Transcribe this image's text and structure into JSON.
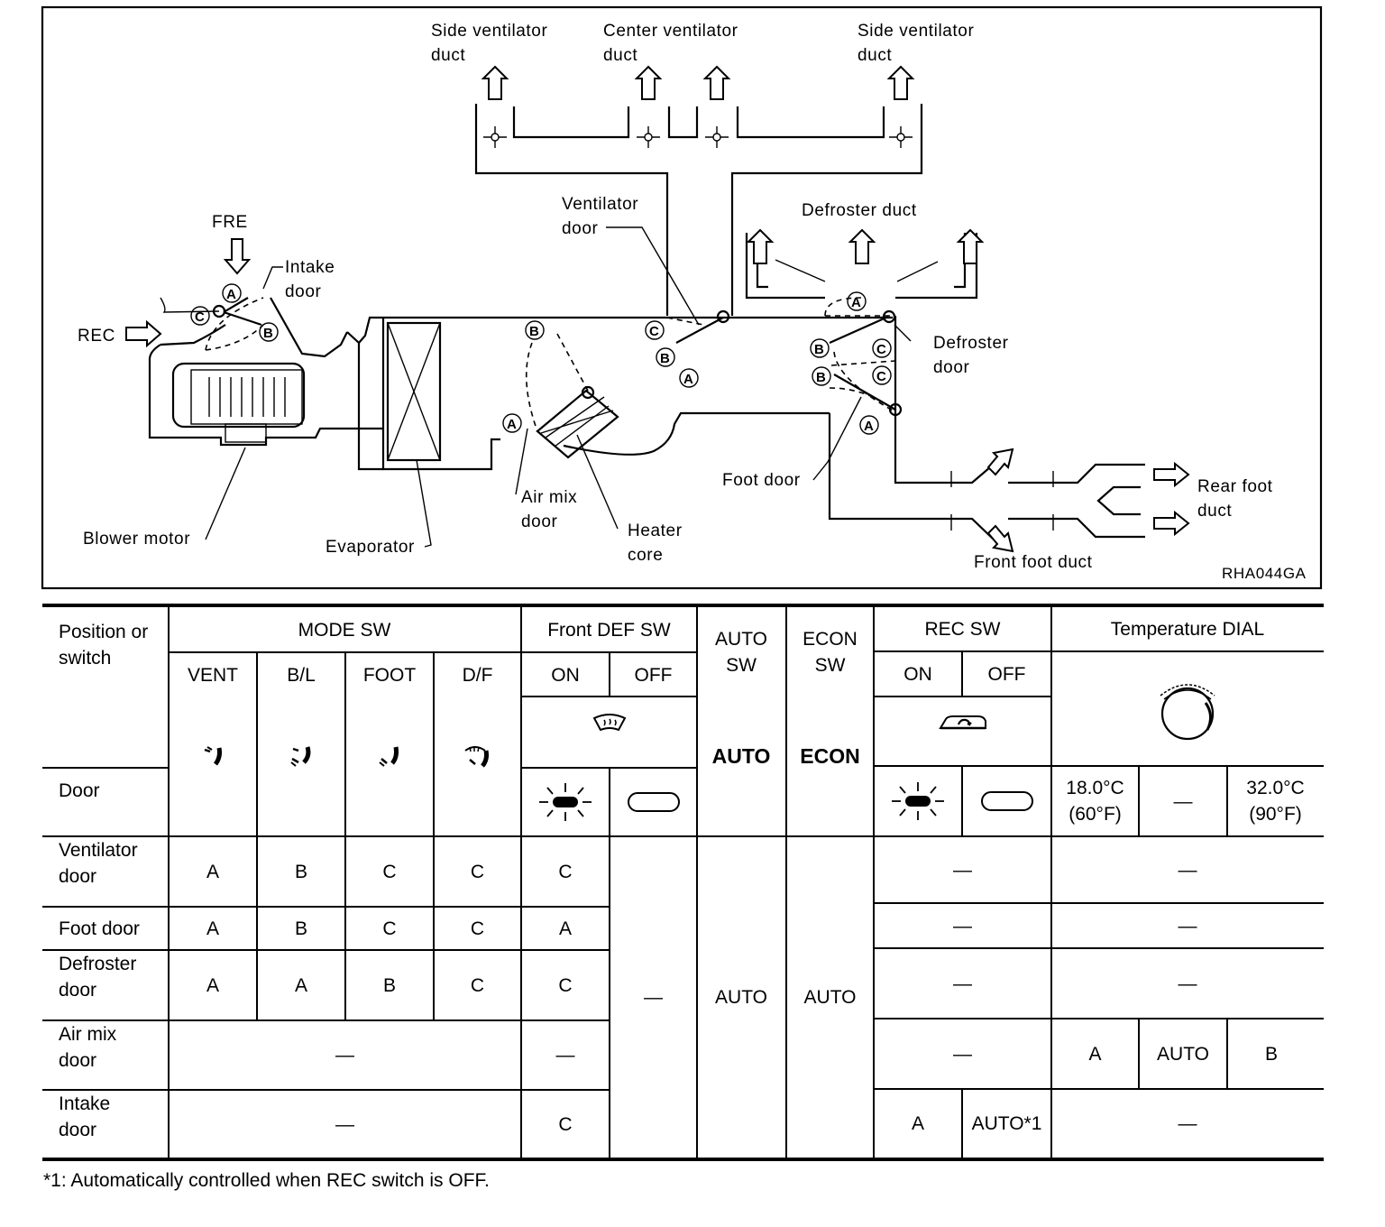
{
  "diagram": {
    "labels": {
      "side_vent_left": [
        "Side ventilator",
        "duct"
      ],
      "center_vent": [
        "Center ventilator",
        "duct"
      ],
      "side_vent_right": [
        "Side ventilator",
        "duct"
      ],
      "fre": "FRE",
      "rec": "REC",
      "intake_door": [
        "Intake",
        "door"
      ],
      "ventilator_door": [
        "Ventilator",
        "door"
      ],
      "defroster_duct": "Defroster duct",
      "defroster_door": [
        "Defroster",
        "door"
      ],
      "foot_door": "Foot door",
      "rear_foot_duct": [
        "Rear foot",
        "duct"
      ],
      "front_foot_duct": "Front foot duct",
      "blower_motor": "Blower motor",
      "evaporator": "Evaporator",
      "air_mix_door": [
        "Air mix",
        "door"
      ],
      "heater_core": [
        "Heater",
        "core"
      ],
      "figure_code": "RHA044GA"
    },
    "door_position_marks": [
      "A",
      "B",
      "C"
    ]
  },
  "table": {
    "header": {
      "position_or_switch": [
        "Position or",
        "switch"
      ],
      "mode_sw": "MODE SW",
      "front_def_sw": "Front DEF SW",
      "auto_sw": [
        "AUTO",
        "SW"
      ],
      "econ_sw": [
        "ECON",
        "SW"
      ],
      "rec_sw": "REC SW",
      "temperature_dial": "Temperature DIAL",
      "mode_positions": [
        "VENT",
        "B/L",
        "FOOT",
        "D/F"
      ],
      "def_positions": [
        "ON",
        "OFF"
      ],
      "rec_positions": [
        "ON",
        "OFF"
      ],
      "door_label": "Door",
      "auto_icon_text": "AUTO",
      "econ_icon_text": "ECON",
      "temp_positions": [
        [
          "18.0°C",
          "(60°F)"
        ],
        "—",
        [
          "32.0°C",
          "(90°F)"
        ]
      ]
    },
    "icons": {
      "mode": [
        "vent-mode-icon",
        "bilevel-mode-icon",
        "foot-mode-icon",
        "defrost-foot-mode-icon"
      ],
      "def": "front-defrost-icon",
      "rec": "recirculation-icon",
      "indicator_on": "indicator-lit-icon",
      "indicator_off": "indicator-unlit-icon",
      "dial": "temperature-dial-icon"
    },
    "rows": [
      {
        "label": [
          "Ventilator",
          "door"
        ],
        "mode": [
          "A",
          "B",
          "C",
          "C"
        ],
        "def_on": "C",
        "rec": "—",
        "temp": "—"
      },
      {
        "label": [
          "Foot door"
        ],
        "mode": [
          "A",
          "B",
          "C",
          "C"
        ],
        "def_on": "A",
        "rec": "—",
        "temp": "—"
      },
      {
        "label": [
          "Defroster",
          "door"
        ],
        "mode": [
          "A",
          "A",
          "B",
          "C"
        ],
        "def_on": "C",
        "rec": "—",
        "temp": "—"
      },
      {
        "label": [
          "Air mix",
          "door"
        ],
        "mode_merged": "—",
        "def_on": "—",
        "rec": "—",
        "temp": [
          "A",
          "AUTO",
          "B"
        ]
      },
      {
        "label": [
          "Intake",
          "door"
        ],
        "mode_merged": "—",
        "def_on": "C",
        "rec_on": "A",
        "rec_off": "AUTO*1",
        "temp": "—"
      }
    ],
    "def_off_merged": "—",
    "auto_merged": "AUTO",
    "econ_merged": "AUTO"
  },
  "footnote": "*1: Automatically controlled when REC switch is OFF."
}
